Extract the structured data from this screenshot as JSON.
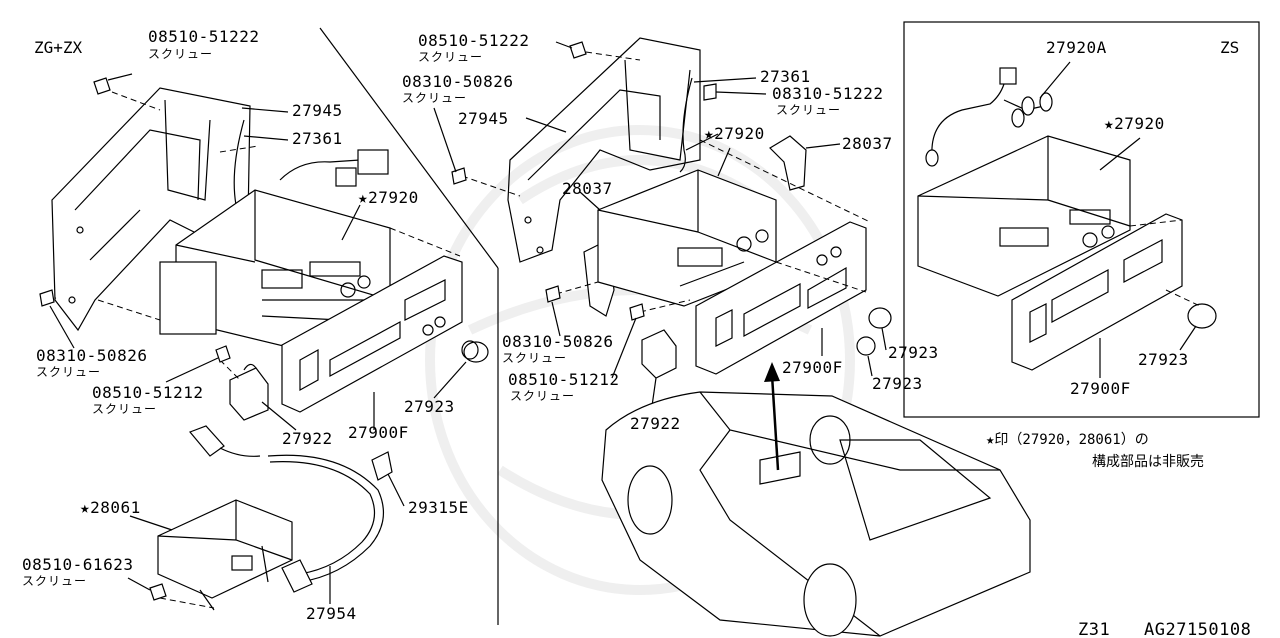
{
  "header": {
    "variant_left": "ZG+ZX",
    "variant_right": "ZS"
  },
  "callouts": {
    "l_08510_51222": {
      "part": "08510-51222",
      "sub": "スクリュー"
    },
    "l_27945": {
      "part": "27945"
    },
    "l_27361": {
      "part": "27361"
    },
    "l_27920": {
      "part": "★27920"
    },
    "l_08310_50826": {
      "part": "08310-50826",
      "sub": "スクリュー"
    },
    "l_08510_51212": {
      "part": "08510-51212",
      "sub": "スクリュー"
    },
    "l_27922": {
      "part": "27922"
    },
    "l_27900F": {
      "part": "27900F"
    },
    "l_27923": {
      "part": "27923"
    },
    "l_29315E": {
      "part": "29315E"
    },
    "l_28061": {
      "part": "★28061"
    },
    "l_08510_61623": {
      "part": "08510-61623",
      "sub": "スクリュー"
    },
    "l_27954": {
      "part": "27954"
    },
    "m_08510_51222": {
      "part": "08510-51222",
      "sub": "スクリュー"
    },
    "m_08310_50826": {
      "part": "08310-50826",
      "sub": "スクリュー"
    },
    "m_27945": {
      "part": "27945"
    },
    "m_27361": {
      "part": "27361"
    },
    "m_08310_51222": {
      "part": "08310-51222",
      "sub": "スクリュー"
    },
    "m_27920": {
      "part": "★27920"
    },
    "m_28037_right": {
      "part": "28037"
    },
    "m_28037_left": {
      "part": "28037"
    },
    "m_08310_50826_b": {
      "part": "08310-50826",
      "sub": "スクリュー"
    },
    "m_08510_51212": {
      "part": "08510-51212",
      "sub": "スクリュー"
    },
    "m_27922": {
      "part": "27922"
    },
    "m_27900F": {
      "part": "27900F"
    },
    "m_27923_a": {
      "part": "27923"
    },
    "m_27923_b": {
      "part": "27923"
    },
    "r_27920A": {
      "part": "27920A"
    },
    "r_27920": {
      "part": "★27920"
    },
    "r_27923": {
      "part": "27923"
    },
    "r_27900F": {
      "part": "27900F"
    }
  },
  "footnote": {
    "line1": "★印（27920，28061）の",
    "line2": "構成部品は非販売"
  },
  "footer": {
    "model": "Z31",
    "diagram_code": "AG27150108"
  },
  "icons": [
    "screw-icon",
    "star-icon",
    "radio-unit-drawing",
    "car-drawing"
  ],
  "colors": {
    "ink": "#000000",
    "paper": "#ffffff",
    "watermark": "#efefef"
  }
}
